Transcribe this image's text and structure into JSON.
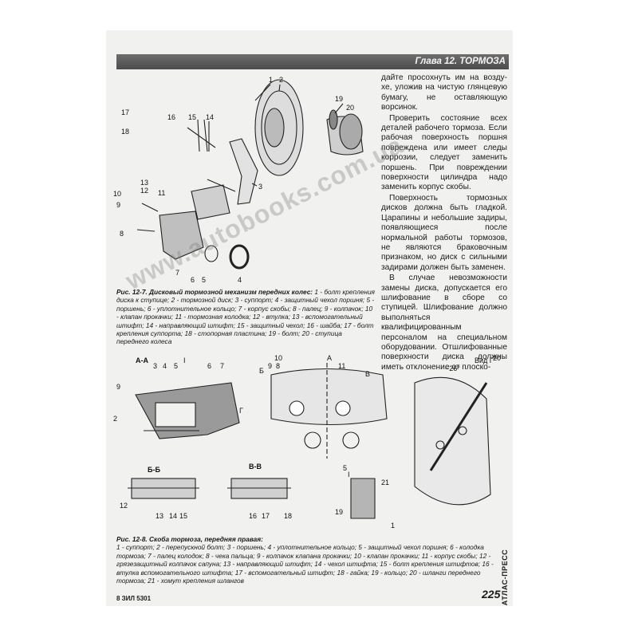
{
  "header": {
    "chapter_title": "Глава 12. ТОРМОЗА"
  },
  "side_brand": "АТЛАС-ПРЕСС",
  "right_column": [
    "дайте просохнуть им на возду-хе, уложив на чистую глянцевую бумагу, не оставляющую ворсинок.",
    "Проверить состояние всех деталей рабочего тормоза. Если рабочая поверхность поршня повреждена или имеет следы коррозии, следует заменить поршень. При повреждении поверхности цилиндра надо заменить корпус скобы.",
    "Поверхность тормозных дисков должна быть гладкой. Царапины и небольшие задиры, появляющиеся после нормальной работы тормозов, не являются браковочным признаком, но диск с сильными задирами должен быть заменен.",
    "В случае невозможности замены диска, допускается его шлифование в сборе со ступицей. Шлифование должно выполняться квалифицированным персоналом на специальном оборудовании. Отшлифованные поверхности диска должны иметь отклонение от плоско-"
  ],
  "figure1": {
    "caption_title": "Рис. 12-7. Дисковый тормозной механизм передних колес:",
    "caption_text": "1 - болт крепления диска к ступице; 2 - тормозной диск; 3 - суппорт; 4 - защитный чехол поршня; 5 - поршень; 6 - уплотнительное кольцо; 7 - корпус скобы; 8 - палец; 9 - колпачок; 10 - клапан прокачки; 11 - тормозная колодка; 12 - втулка; 13 - вспомогательный штифт; 14 - направляющий штифт; 15 - защитный чехол; 16 - шайба; 17 - болт крепления суппорта; 18 - стопорная пластина; 19 - болт; 20 - ступица переднего колеса",
    "labels": [
      "1",
      "2",
      "3",
      "4",
      "5",
      "6",
      "7",
      "8",
      "9",
      "10",
      "11",
      "12",
      "13",
      "14",
      "15",
      "16",
      "17",
      "18",
      "19",
      "20"
    ]
  },
  "figure2": {
    "caption_title": "Рис. 12-8. Скоба тормоза, передняя правая:",
    "caption_text": "1 - суппорт; 2 - перепускной болт; 3 - поршень; 4 - уплотнительное кольцо; 5 - защитный чехол поршня; 6 - колодка тормоза; 7 - палец колодок; 8 - чека пальца; 9 - колпачок клапана прокачки; 10 - клапан прокачки; 11 - корпус скобы; 12 - грязезащитный колпачок сапуна; 13 - направляющий штифт; 14 - чехол штифта; 15 - болт крепления штифтов; 16 - втулка вспомогательного штифта; 17 - вспомогательный штифт; 18 - гайка; 19 - кольцо; 20 - шланги переднего тормоза; 21 - хомут крепления шлангов",
    "section_labels": {
      "aa": "А-А",
      "bb": "Б-Б",
      "vv": "В-В",
      "b": "Б",
      "v": "В",
      "a": "А",
      "g": "Г",
      "vid": "Вид Г",
      "one": "I",
      "dim": "~26°"
    }
  },
  "watermark": "www.autobooks.com.ua",
  "footer": {
    "left": "8 ЗИЛ 5301",
    "page_number": "225"
  }
}
